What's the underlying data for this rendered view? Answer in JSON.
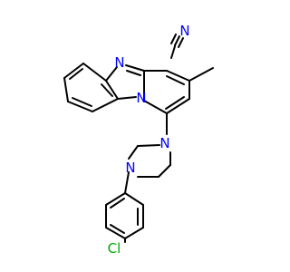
{
  "molecule": {
    "atom_labels": {
      "nitrile_n": "N",
      "imidazole_n": "N",
      "bridgehead_n": "N",
      "piperazine_n_top": "N",
      "piperazine_n_bottom": "N",
      "chlorine": "Cl"
    },
    "colors": {
      "bond": "#000000",
      "nitrogen": "#0000ff",
      "chlorine": "#00aa00"
    }
  }
}
